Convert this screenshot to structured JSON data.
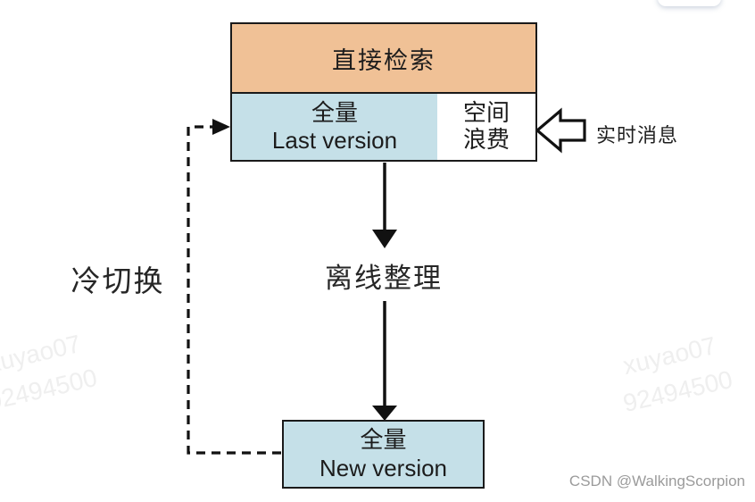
{
  "diagram": {
    "direct_search_label": "直接检索",
    "last_version": {
      "line1": "全量",
      "line2": "Last version"
    },
    "space_waste": {
      "line1": "空间",
      "line2": "浪费"
    },
    "realtime_label": "实时消息",
    "offline_label": "离线整理",
    "cold_switch_label": "冷切换",
    "new_version": {
      "line1": "全量",
      "line2": "New version"
    },
    "colors": {
      "header_orange": "#F0C196",
      "version_blue": "#C5E0E8",
      "line_black": "#1A1A1A",
      "credit_gray": "#9B9B9B",
      "watermark_gray": "#EFEFEF"
    }
  },
  "watermark": {
    "line1": "xuyao07",
    "line2": "92494500"
  },
  "page": {
    "credit": "CSDN @WalkingScorpion"
  }
}
